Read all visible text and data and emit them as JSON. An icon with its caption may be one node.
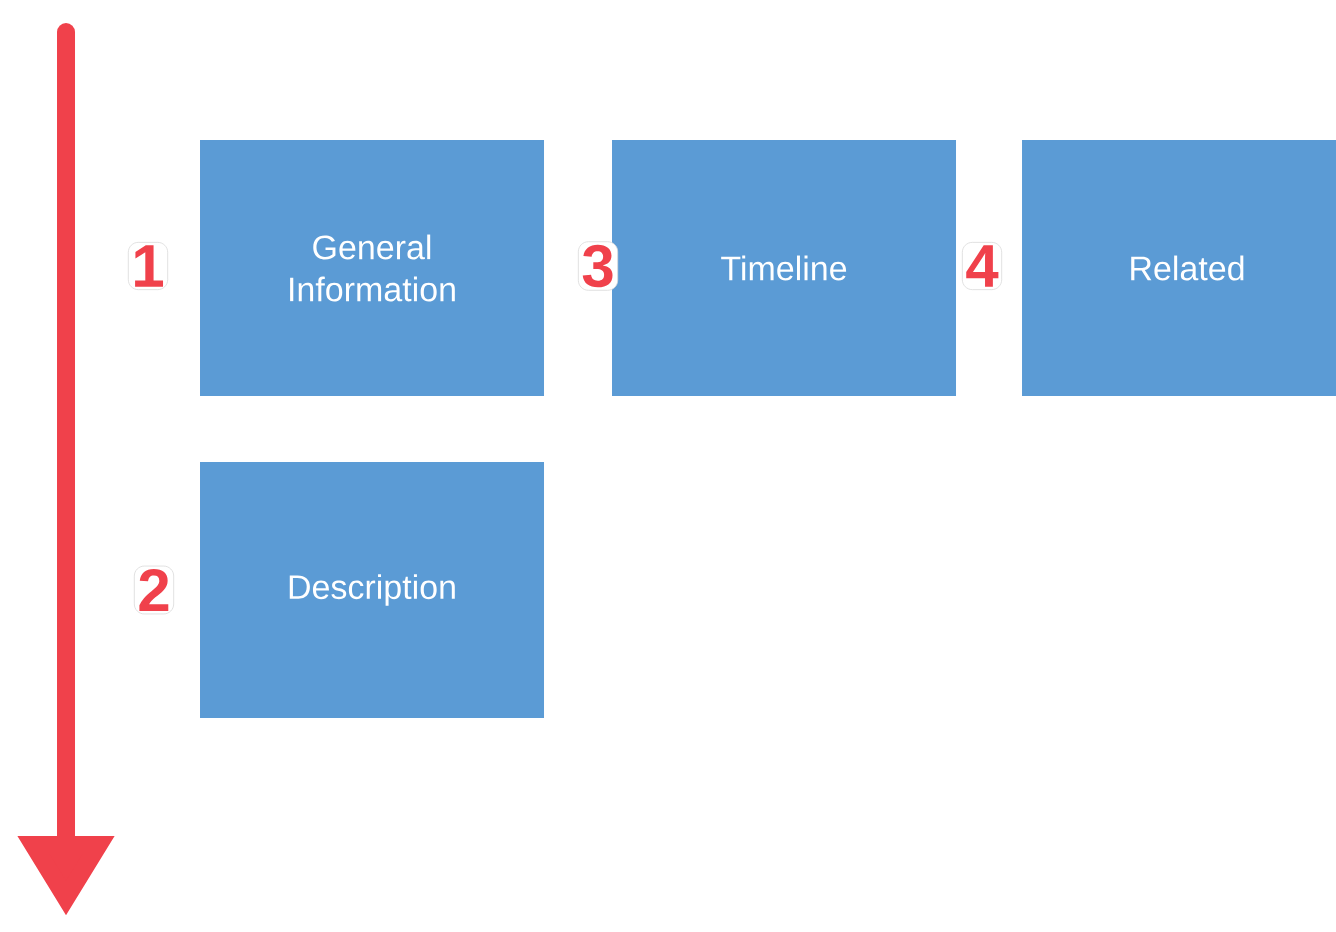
{
  "diagram": {
    "nodes": [
      {
        "text": [
          "General Information"
        ]
      },
      {
        "text": [
          "Timeline"
        ]
      },
      {
        "text": [
          "Related"
        ]
      },
      {
        "text": [
          "Description"
        ]
      }
    ],
    "labels": [
      "1",
      "3",
      "4",
      "2"
    ]
  }
}
